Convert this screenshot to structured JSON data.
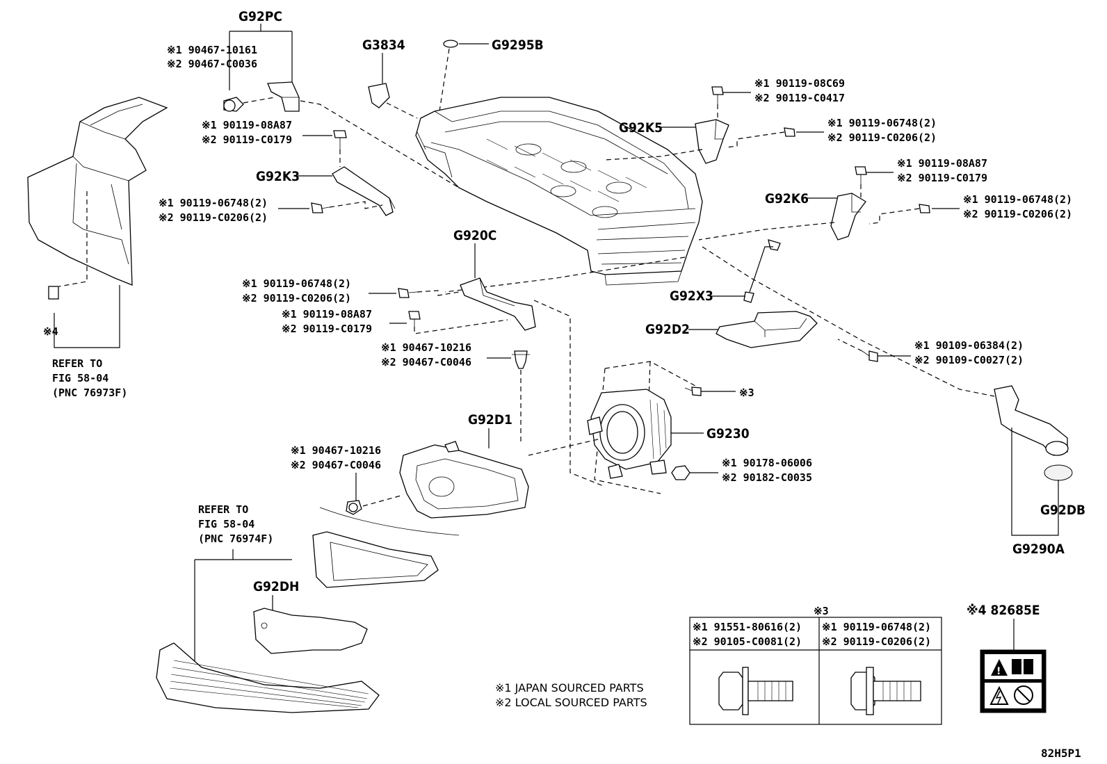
{
  "groups": {
    "G92PC": {
      "pnc": "G92PC",
      "l1": "※1 90467-10161",
      "l2": "※2 90467-C0036"
    },
    "G92K3": {
      "pnc": "G92K3",
      "a1": "※1 90119-08A87",
      "a2": "※2 90119-C0179",
      "b1": "※1 90119-06748(2)",
      "b2": "※2 90119-C0206(2)"
    },
    "G3834": {
      "pnc": "G3834"
    },
    "G9295B": {
      "pnc": "G9295B"
    },
    "G92K5": {
      "pnc": "G92K5",
      "a1": "※1 90119-08C69",
      "a2": "※2 90119-C0417",
      "b1": "※1 90119-06748(2)",
      "b2": "※2 90119-C0206(2)"
    },
    "G92K6": {
      "pnc": "G92K6",
      "a1": "※1 90119-08A87",
      "a2": "※2 90119-C0179",
      "b1": "※1 90119-06748(2)",
      "b2": "※2 90119-C0206(2)"
    },
    "G920C": {
      "pnc": "G920C",
      "a1": "※1 90119-06748(2)",
      "a2": "※2 90119-C0206(2)",
      "b1": "※1 90119-08A87",
      "b2": "※2 90119-C0179",
      "c1": "※1 90467-10216",
      "c2": "※2 90467-C0046"
    },
    "G92X3": {
      "pnc": "G92X3"
    },
    "G92D2": {
      "pnc": "G92D2",
      "a1": "※1 90109-06384(2)",
      "a2": "※2 90109-C0027(2)"
    },
    "G9230": {
      "pnc": "G9230",
      "s3": "※3",
      "a1": "※1 90178-06006",
      "a2": "※2 90182-C0035"
    },
    "G92D1": {
      "pnc": "G92D1",
      "a1": "※1 90467-10216",
      "a2": "※2 90467-C0046"
    },
    "G92DH": {
      "pnc": "G92DH"
    },
    "G92DB": {
      "pnc": "G92DB"
    },
    "G9290A": {
      "pnc": "G9290A"
    }
  },
  "refer1": {
    "l1": "REFER TO",
    "l2": "FIG 58-04",
    "l3": "(PNC 76973F)",
    "mark": "※4"
  },
  "refer2": {
    "l1": "REFER TO",
    "l2": "FIG 58-04",
    "l3": "(PNC 76974F)"
  },
  "table3": {
    "title": "※3",
    "c1a": "※1 91551-80616(2)",
    "c1b": "※2 90105-C0081(2)",
    "c2a": "※1 90119-06748(2)",
    "c2b": "※2 90119-C0206(2)"
  },
  "notes": {
    "n1": "※1 JAPAN SOURCED PARTS",
    "n2": "※2 LOCAL SOURCED PARTS"
  },
  "label4": {
    "title": "※4 82685E"
  },
  "figure_id": "82H5P1"
}
